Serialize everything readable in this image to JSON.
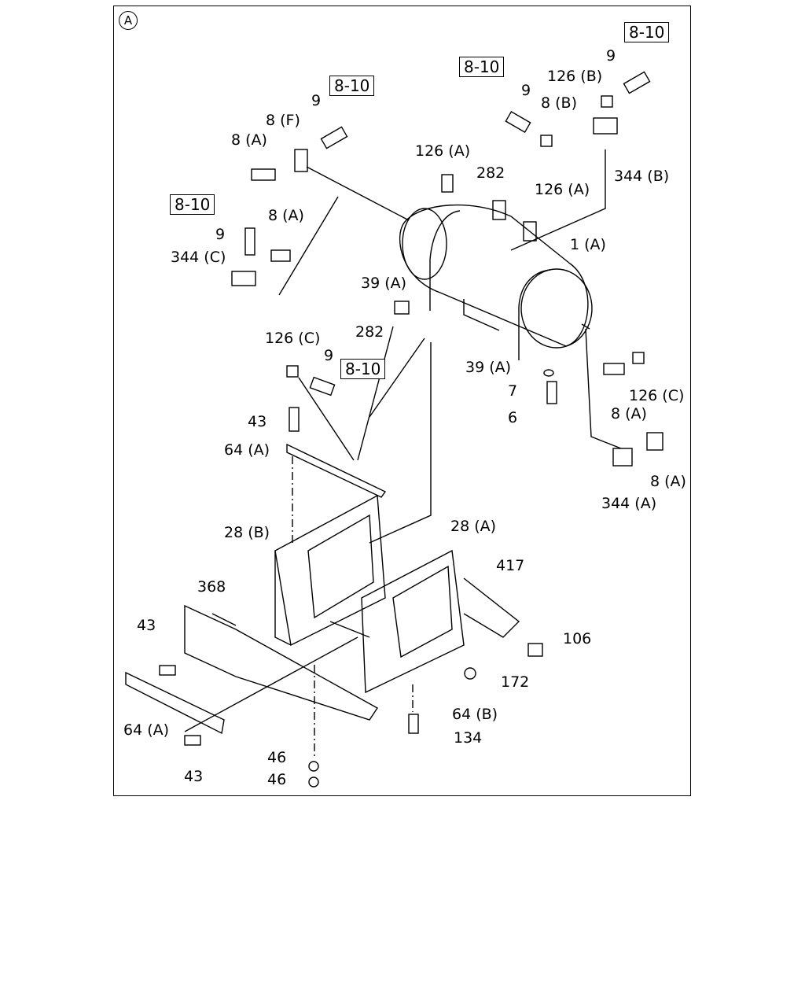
{
  "diagram": {
    "section_marker": "A",
    "ref_box_label": "8-10",
    "callouts": {
      "p1A": "1 (A)",
      "p6": "6",
      "p7": "7",
      "p8A": "8 (A)",
      "p8B": "8 (B)",
      "p8F": "8 (F)",
      "p9": "9",
      "p28A": "28 (A)",
      "p28B": "28 (B)",
      "p39A": "39 (A)",
      "p43": "43",
      "p46": "46",
      "p64A": "64 (A)",
      "p64B": "64 (B)",
      "p106": "106",
      "p126A": "126 (A)",
      "p126B": "126 (B)",
      "p126C": "126 (C)",
      "p134": "134",
      "p172": "172",
      "p282": "282",
      "p344A": "344 (A)",
      "p344B": "344 (B)",
      "p344C": "344 (C)",
      "p368": "368",
      "p417": "417"
    }
  }
}
